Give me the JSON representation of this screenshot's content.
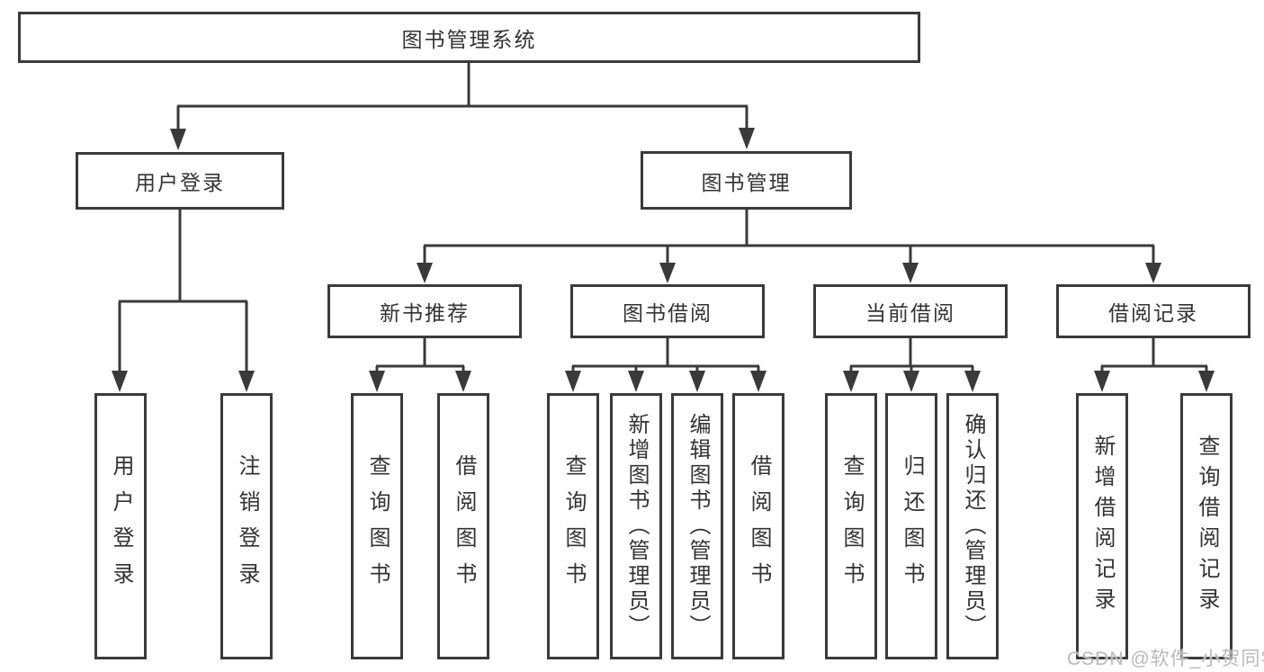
{
  "diagram": {
    "root": {
      "label": "图书管理系统"
    },
    "branches": [
      {
        "label": "用户登录",
        "children": [
          "用户登录",
          "注销登录"
        ]
      },
      {
        "label": "图书管理",
        "sections": [
          {
            "label": "新书推荐",
            "children": [
              "查询图书",
              "借阅图书"
            ]
          },
          {
            "label": "图书借阅",
            "children": [
              "查询图书",
              "新增图书（管理员）",
              "编辑图书（管理员）",
              "借阅图书"
            ]
          },
          {
            "label": "当前借阅",
            "children": [
              "查询图书",
              "归还图书",
              "确认归还（管理员）"
            ]
          },
          {
            "label": "借阅记录",
            "children": [
              "新增借阅记录",
              "查询借阅记录"
            ]
          }
        ]
      }
    ]
  },
  "watermark": {
    "text": "CSDN @软件_小贺同学"
  },
  "colors": {
    "line": "#3a3a3a",
    "text": "#333333",
    "watermark": "#b9b9b9",
    "background": "#ffffff"
  }
}
